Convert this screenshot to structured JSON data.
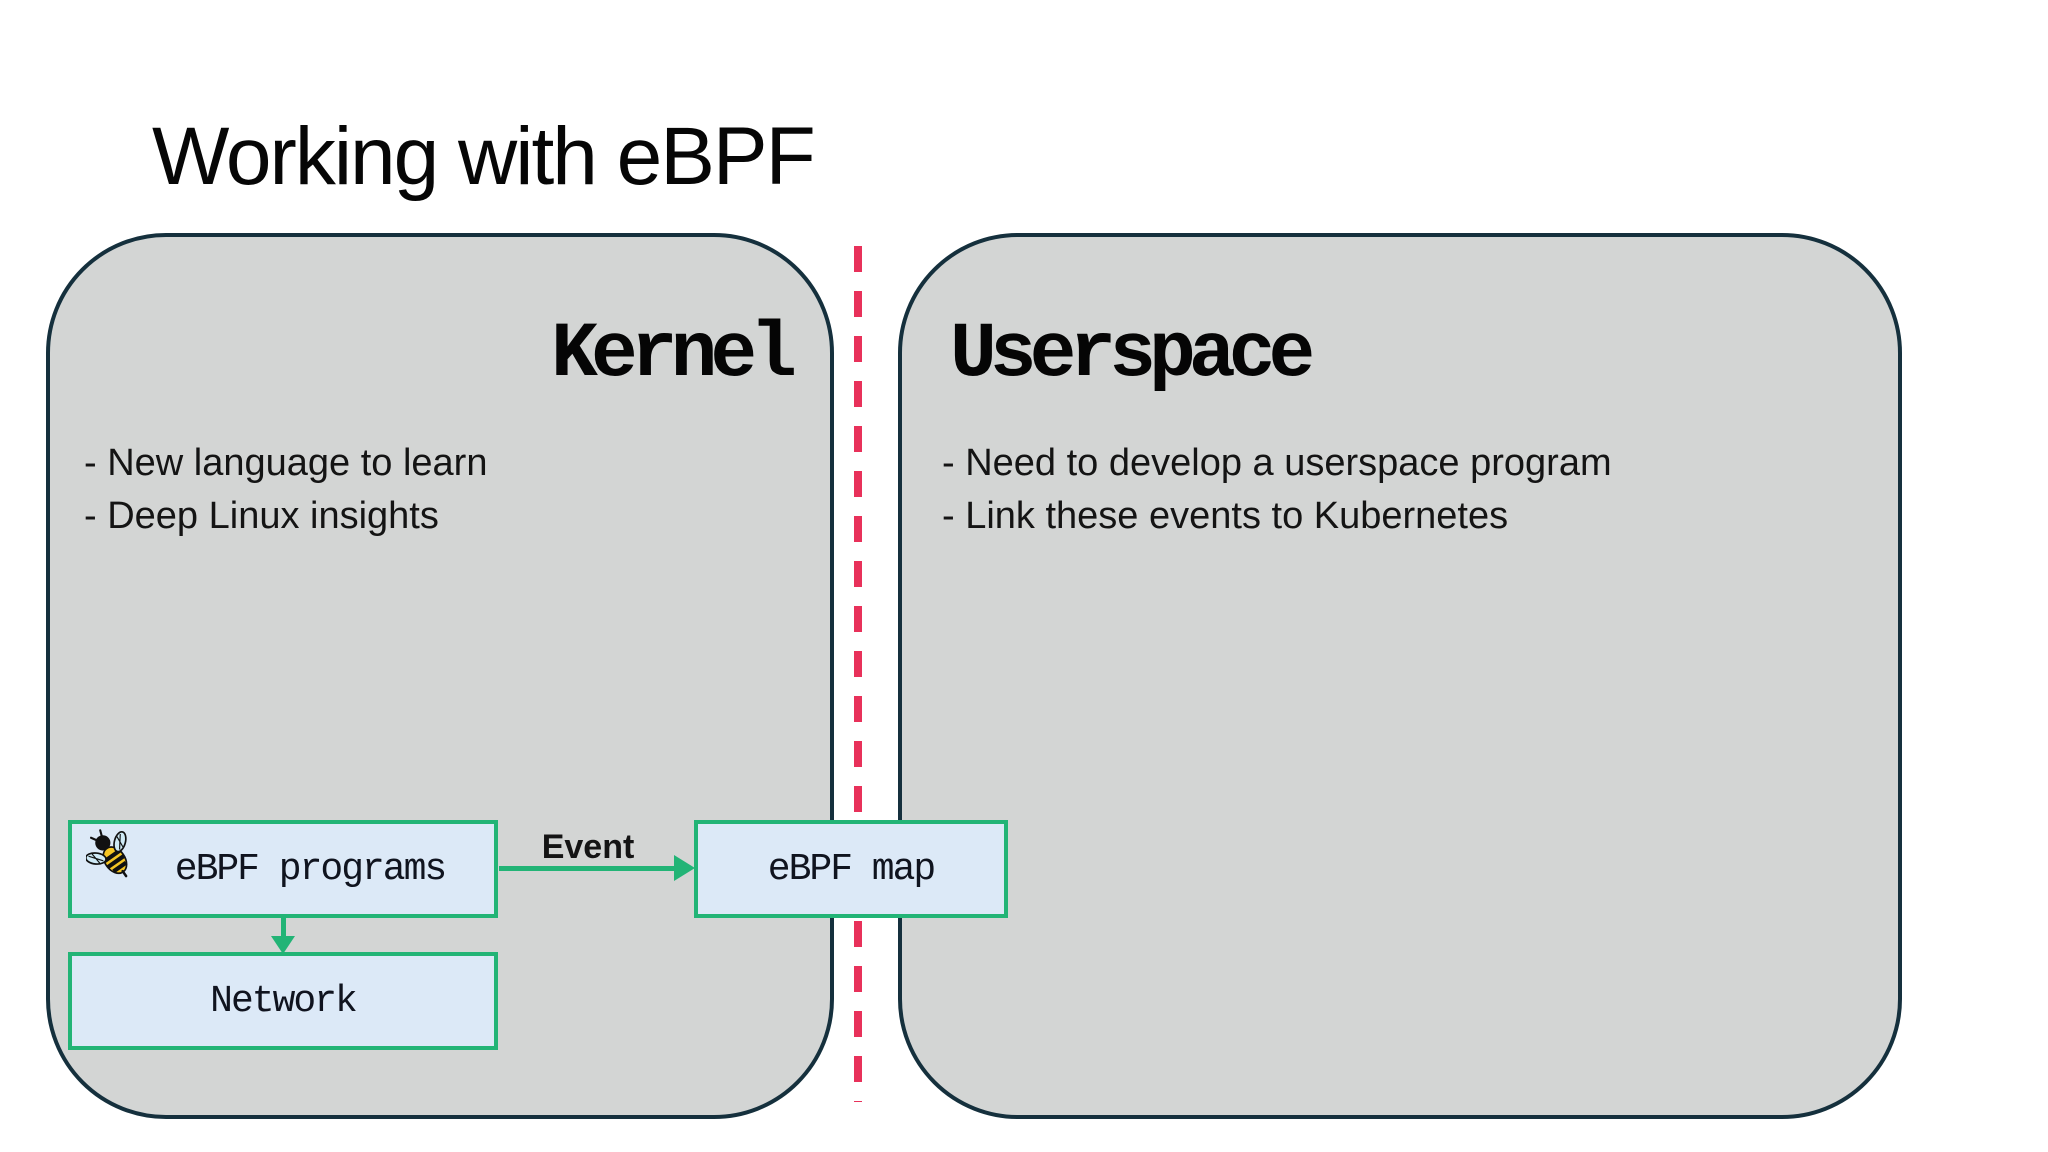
{
  "slide": {
    "title": "Working with eBPF"
  },
  "kernel": {
    "label": "Kernel",
    "bullets": [
      "- New language to learn",
      "- Deep Linux insights"
    ]
  },
  "userspace": {
    "label": "Userspace",
    "bullets": [
      "- Need to develop a userspace program",
      "- Link these events to Kubernetes"
    ]
  },
  "diagram": {
    "ebpf_programs_label": "eBPF programs",
    "ebpf_map_label": "eBPF map",
    "network_label": "Network",
    "event_label": "Event",
    "bee_icon": "ebpf-bee-icon"
  },
  "colors": {
    "panel_fill": "#d3d5d4",
    "panel_border": "#15303d",
    "node_fill": "#dce9f7",
    "node_border": "#22b476",
    "arrow_green": "#22b476",
    "divider_red": "#e8315a",
    "text_black": "#050505"
  }
}
